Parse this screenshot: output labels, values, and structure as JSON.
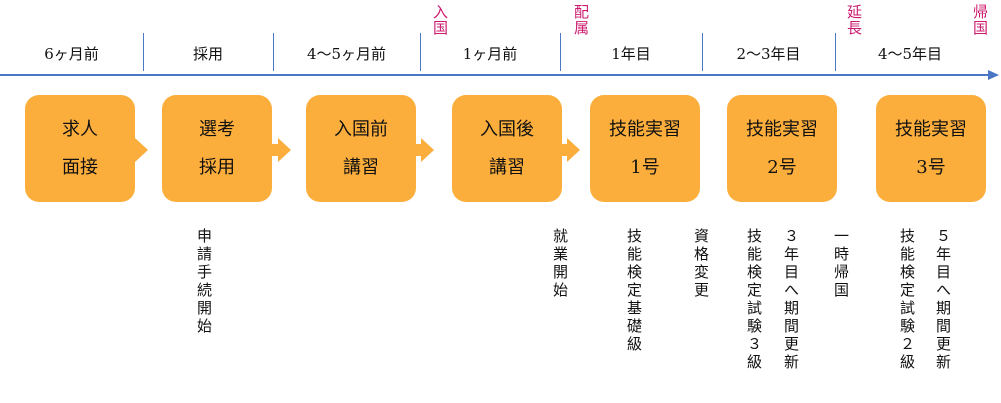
{
  "timeline": {
    "periods": [
      "6ヶ月前",
      "採用",
      "4～5ヶ月前",
      "1ヶ月前",
      "1年目",
      "2～3年目",
      "4～5年目"
    ],
    "events": [
      "入国",
      "配属",
      "延長",
      "帰国"
    ]
  },
  "stages": [
    {
      "line1": "求人",
      "line2": "面接"
    },
    {
      "line1": "選考",
      "line2": "採用"
    },
    {
      "line1": "入国前",
      "line2": "講習"
    },
    {
      "line1": "入国後",
      "line2": "講習"
    },
    {
      "line1": "技能実習",
      "line2": "1号"
    },
    {
      "line1": "技能実習",
      "line2": "2号"
    },
    {
      "line1": "技能実習",
      "line2": "3号"
    }
  ],
  "notes": [
    "申請手続開始",
    "就業開始",
    "技能検定基礎級",
    "資格変更",
    "技能検定試験３級",
    "３年目へ期間更新",
    "一時帰国",
    "技能検定試験２級",
    "５年目へ期間更新"
  ],
  "colors": {
    "box": "#fcae3c",
    "axis": "#4a76c4",
    "event": "#cc1a6e"
  }
}
